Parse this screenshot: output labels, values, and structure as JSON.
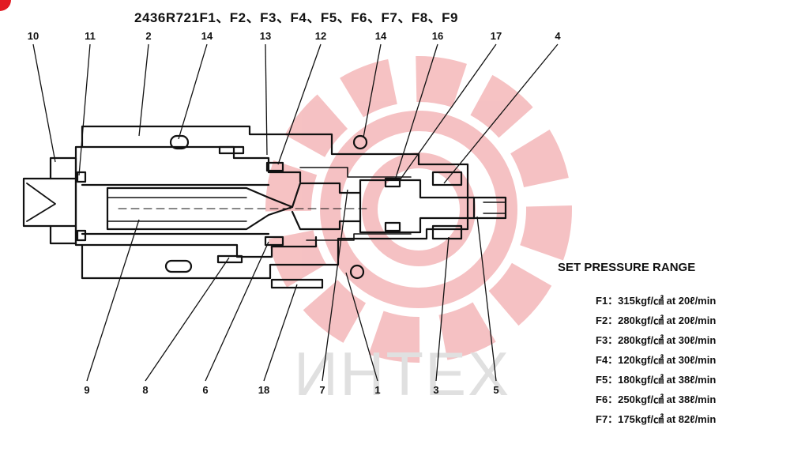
{
  "title": "2436R721F1、F2、F3、F4、F5、F6、F7、F8、F9",
  "watermark": "ИНТЕХ",
  "parts_top": [
    "10",
    "11",
    "2",
    "14",
    "13",
    "12",
    "14",
    "16",
    "17",
    "4"
  ],
  "parts_bottom": [
    "9",
    "8",
    "6",
    "18",
    "7",
    "1",
    "3",
    "5"
  ],
  "set_pressure": {
    "heading": "SET PRESSURE RANGE",
    "items": [
      "F1：315kgf/㎠ at 20ℓ/min",
      "F2：280kgf/㎠ at 20ℓ/min",
      "F3：280kgf/㎠ at 30ℓ/min",
      "F4：120kgf/㎠ at 30ℓ/min",
      "F5：180kgf/㎠ at 38ℓ/min",
      "F6：250kgf/㎠ at 38ℓ/min",
      "F7：175kgf/㎠ at 82ℓ/min"
    ]
  },
  "colors": {
    "line": "#111111",
    "watermark": "#f4b7b9",
    "accent": "#e21b23"
  }
}
